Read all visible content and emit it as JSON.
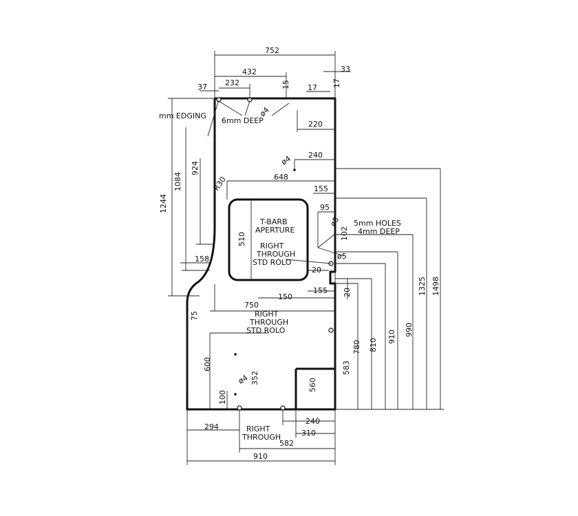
{
  "labels": {
    "edging": "mm EDGING",
    "six_mm_deep": "6mm DEEP",
    "t_barb_1": "T-BARB",
    "t_barb_2": "APERTURE",
    "right_through_1a": "RIGHT",
    "right_through_1b": "THROUGH",
    "std_rolo_1": "STD ROLO",
    "right_through_2a": "RIGHT",
    "right_through_2b": "THROUGH",
    "std_rolo_2": "STD ROLO",
    "right_through_3a": "RIGHT",
    "right_through_3b": "THROUGH",
    "holes_1": "5mm HOLES",
    "holes_2": "4mm DEEP",
    "radius": "R30",
    "dia_4_a": "ø4",
    "dia_4_b": "ø4",
    "dia_4_c": "ø4",
    "dia_5_a": "ø5",
    "dia_5_b": "ø5"
  },
  "dimensions": {
    "d752": "752",
    "d432": "432",
    "d33": "33",
    "d37": "37",
    "d232": "232",
    "d15": "15",
    "d17": "17",
    "d17b": "17",
    "d220": "220",
    "d240_top": "240",
    "d648": "648",
    "d155_a": "155",
    "d95": "95",
    "d102": "102",
    "d510": "510",
    "d158": "158",
    "d20_a": "20",
    "d150": "150",
    "d155_b": "155",
    "d750": "750",
    "d20_b": "20",
    "d1244": "1244",
    "d1084": "1084",
    "d924": "924",
    "d75": "75",
    "d600": "600",
    "d100": "100",
    "d352": "352",
    "d560": "560",
    "d583": "583",
    "d780": "780",
    "d810": "810",
    "d910_v": "910",
    "d990": "990",
    "d1325": "1325",
    "d1498": "1498",
    "d294": "294",
    "d240_bot": "240",
    "d310": "310",
    "d582": "582",
    "d910_h": "910"
  }
}
